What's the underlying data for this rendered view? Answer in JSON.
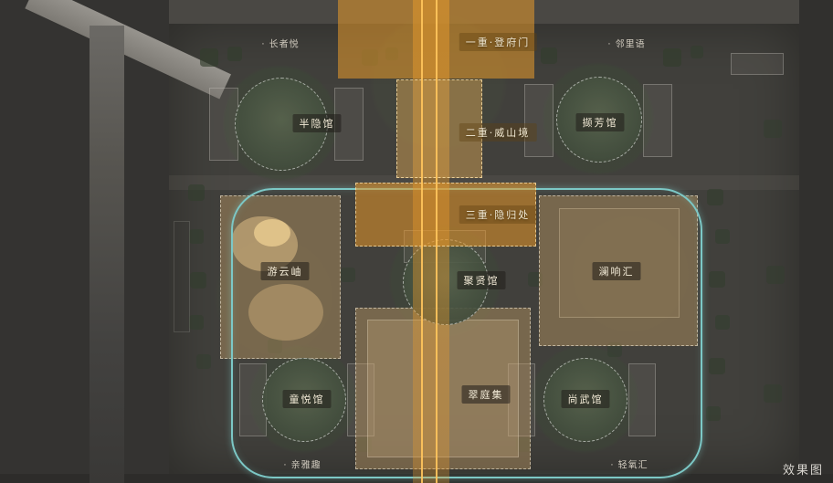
{
  "axis": {
    "tier1": "一重·登府门",
    "tier2": "二重·威山境",
    "tier3": "三重·隐归处"
  },
  "venues": {
    "banyin": "半隐馆",
    "xiefang": "撷芳馆",
    "juxian": "聚贤馆",
    "tongyue": "童悦馆",
    "shangwu": "尚武馆"
  },
  "zones": {
    "youyunxiu": "游云岫",
    "lanxianghui": "澜响汇",
    "cuitingji": "翠庭集"
  },
  "notes": {
    "top_left": "· 长者悦",
    "top_right": "· 邻里语",
    "bottom_left": "· 亲雅趣",
    "bottom_right": "· 轻氧汇"
  },
  "corner_label": "效果图",
  "colors": {
    "background": "#3a3938",
    "axis_orange": "#e89a2b",
    "axis_line": "#ffc45c",
    "teal_outline": "#7cc8c6",
    "zone_tan": "#c49e66",
    "court_green": "#55644c",
    "label_cream": "#f2ead6",
    "note_gray": "#cfc9bd",
    "corner_gray": "#d8d5cf"
  }
}
